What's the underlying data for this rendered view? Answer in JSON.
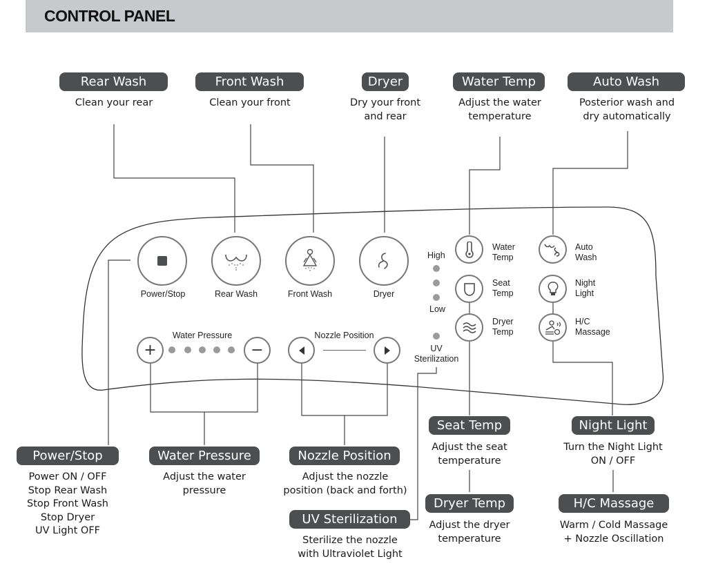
{
  "header": {
    "title": "CONTROL PANEL"
  },
  "top_callouts": [
    {
      "title": "Rear Wash",
      "desc": "Clean your rear"
    },
    {
      "title": "Front Wash",
      "desc": "Clean your front"
    },
    {
      "title": "Dryer",
      "desc": "Dry your front\nand rear"
    },
    {
      "title": "Water Temp",
      "desc": "Adjust the water\ntemperature"
    },
    {
      "title": "Auto Wash",
      "desc": "Posterior wash and\ndry automatically"
    }
  ],
  "bottom_callouts": [
    {
      "title": "Power/Stop",
      "desc": "Power ON / OFF\nStop Rear Wash\nStop Front Wash\nStop Dryer\nUV Light OFF"
    },
    {
      "title": "Water Pressure",
      "desc": "Adjust the water\npressure"
    },
    {
      "title": "Nozzle Position",
      "desc": "Adjust the nozzle\nposition (back and forth)"
    },
    {
      "title": "UV Sterilization",
      "desc": "Sterilize the nozzle\nwith Ultraviolet Light"
    },
    {
      "title": "Seat Temp",
      "desc": "Adjust the seat\ntemperature"
    },
    {
      "title": "Dryer Temp",
      "desc": "Adjust the dryer\ntemperature"
    },
    {
      "title": "Night Light",
      "desc": "Turn the Night Light\nON / OFF"
    },
    {
      "title": "H/C Massage",
      "desc": "Warm / Cold Massage\n+ Nozzle Oscillation"
    }
  ],
  "panel": {
    "main_buttons": [
      {
        "label": "Power/Stop",
        "icon": "stop-square-icon"
      },
      {
        "label": "Rear Wash",
        "icon": "rear-wash-icon"
      },
      {
        "label": "Front Wash",
        "icon": "front-wash-icon"
      },
      {
        "label": "Dryer",
        "icon": "fan-icon"
      }
    ],
    "water_pressure": {
      "label": "Water Pressure",
      "plus": "+",
      "minus": "−",
      "levels": 5
    },
    "nozzle_position": {
      "label": "Nozzle Position"
    },
    "temp_indicator": {
      "high": "High",
      "low": "Low",
      "uv": "UV\nSterilization"
    },
    "side_buttons": [
      {
        "label": "Water\nTemp",
        "icon": "thermometer-icon"
      },
      {
        "label": "Seat\nTemp",
        "icon": "seat-icon"
      },
      {
        "label": "Dryer\nTemp",
        "icon": "heat-waves-icon"
      },
      {
        "label": "Auto\nWash",
        "icon": "auto-wash-icon"
      },
      {
        "label": "Night\nLight",
        "icon": "light-bulb-icon"
      },
      {
        "label": "H/C\nMassage",
        "icon": "massage-icon"
      }
    ]
  }
}
